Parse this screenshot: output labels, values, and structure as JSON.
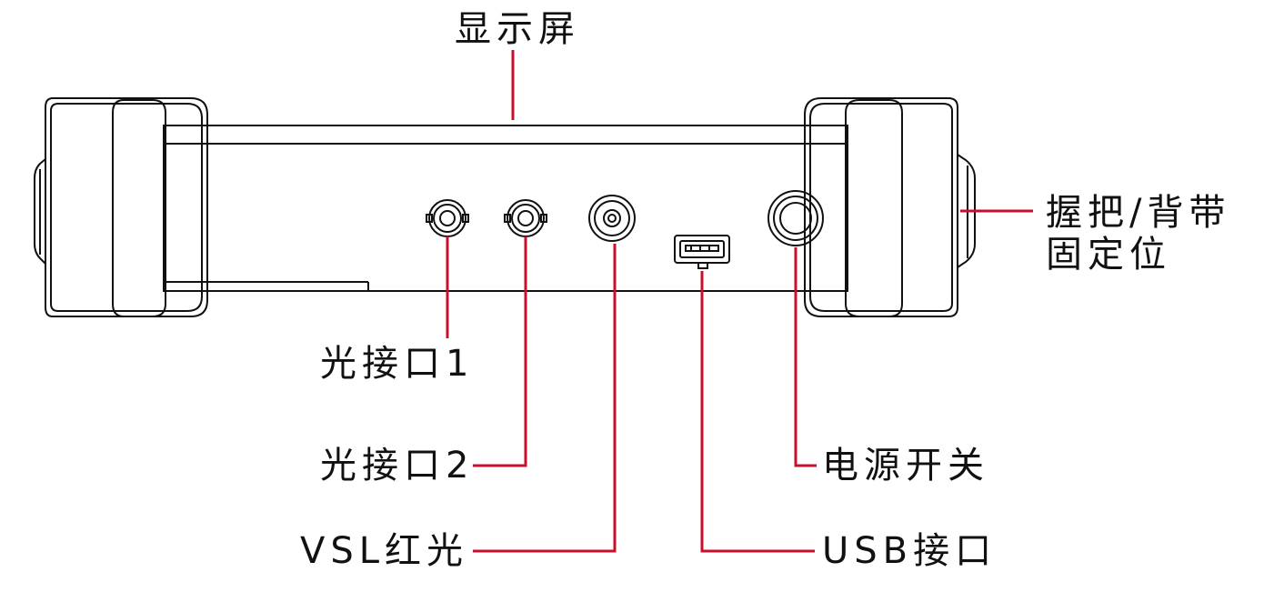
{
  "diagram": {
    "labels": {
      "display": "显示屏",
      "grip": "握把/背带",
      "grip_line2": "固定位",
      "optical_port_1": "光接口1",
      "optical_port_2": "光接口2",
      "vfl": "VSL红光",
      "power": "电源开关",
      "usb": "USB接口"
    },
    "colors": {
      "leader_line": "#c8102e",
      "outline": "#111111"
    }
  }
}
